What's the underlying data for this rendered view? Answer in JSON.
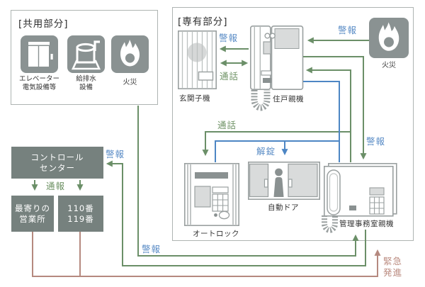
{
  "colors": {
    "line_green": "#6b8f68",
    "line_blue": "#4d86c4",
    "line_brown": "#b5897f",
    "box_gray": "#76817e",
    "icon_gray": "#8a9292",
    "device_outline": "#9aa0a0",
    "light_fill": "#d9dbdb",
    "dark_fill": "#8a9191"
  },
  "common_area": {
    "title": "[共用部分]",
    "items": [
      {
        "icon": "elevator-icon",
        "lines": [
          "エレベーター",
          "電気設備等"
        ]
      },
      {
        "icon": "water-supply-icon",
        "lines": [
          "給排水",
          "設備"
        ]
      },
      {
        "icon": "fire-icon",
        "lines": [
          "火災"
        ]
      }
    ]
  },
  "private_area": {
    "title": "[専有部分]",
    "entrance_unit": "玄関子機",
    "residence_unit": "住戸親機",
    "fire_caption": "火災",
    "autolock": "オートロック",
    "auto_door": "自動ドア",
    "office_unit": "管理事務室親機"
  },
  "labels": {
    "alarm_to_entrance": "警報",
    "talk_entrance": "通話",
    "alarm_from_fire": "警報",
    "alarm_office_top": "警報",
    "talk_loop": "通話",
    "unlock": "解錠",
    "alarm_to_control": "警報",
    "alarm_common_bottom": "警報",
    "report": "通報",
    "emergency": [
      "緊急",
      "発進"
    ]
  },
  "control_flow": {
    "control_center": [
      "コントロール",
      "センター"
    ],
    "nearest_office": [
      "最寄りの",
      "営業所"
    ],
    "emergency_numbers": [
      "110番",
      "119番"
    ]
  }
}
